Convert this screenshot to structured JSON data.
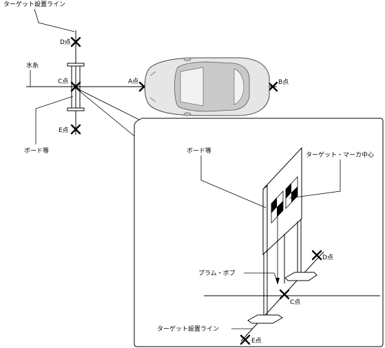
{
  "labels": {
    "target_line_top": "ターゲット設置ライン",
    "point_d": "D点",
    "water_line": "水糸",
    "point_c": "C点",
    "point_a": "A点",
    "point_b": "B点",
    "point_e": "E点",
    "board_left": "ボード等"
  },
  "detail": {
    "board": "ボード等",
    "target_center": "ターゲット・マーカ中心",
    "plumb_bob": "プラム・ボブ",
    "target_line": "ターゲット設置ライン",
    "point_d": "D点",
    "point_c": "C点",
    "point_e": "E点"
  }
}
